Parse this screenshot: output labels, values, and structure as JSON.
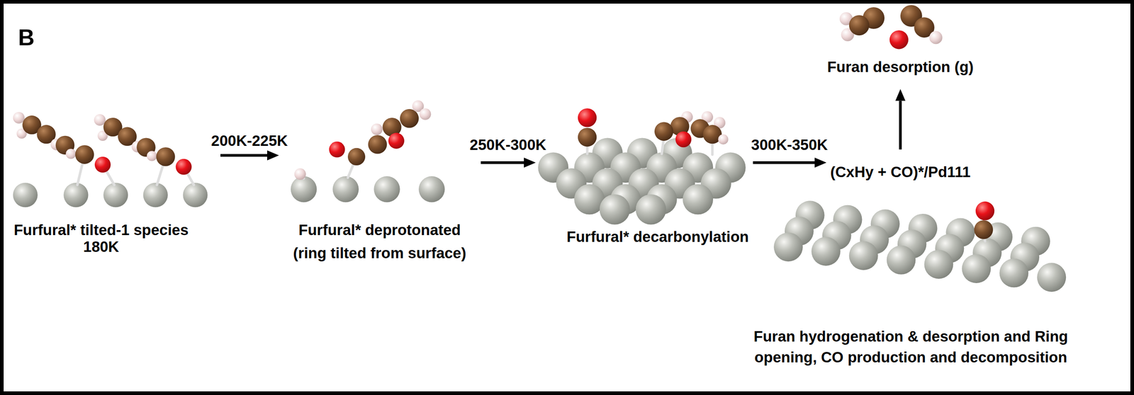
{
  "diagram": {
    "nodes": [
      {
        "text": [
          "Furfural* tilted-1 species",
          "180K"
        ]
      },
      {
        "text": [
          "Furfural* deprotonated (ring tilted from surface)"
        ]
      },
      {
        "text": [
          "Furfural* decarbonylation"
        ]
      },
      {
        "text": [
          "(CxHy + CO)*/Pd111"
        ]
      },
      {
        "text": [
          "Furan desorption (g)"
        ]
      }
    ],
    "edges": [
      {
        "from": 0,
        "to": 1,
        "arrow": "to",
        "label": "200K-225K"
      },
      {
        "from": 1,
        "to": 2,
        "arrow": "to",
        "label": "250K-300K"
      },
      {
        "from": 2,
        "to": 3,
        "arrow": "to",
        "label": "300K-350K"
      },
      {
        "from": 3,
        "to": 4,
        "arrow": "to"
      }
    ],
    "labels": [
      "B",
      "Furan hydrogenation & desorption and Ring opening, CO production and decomposition"
    ]
  }
}
